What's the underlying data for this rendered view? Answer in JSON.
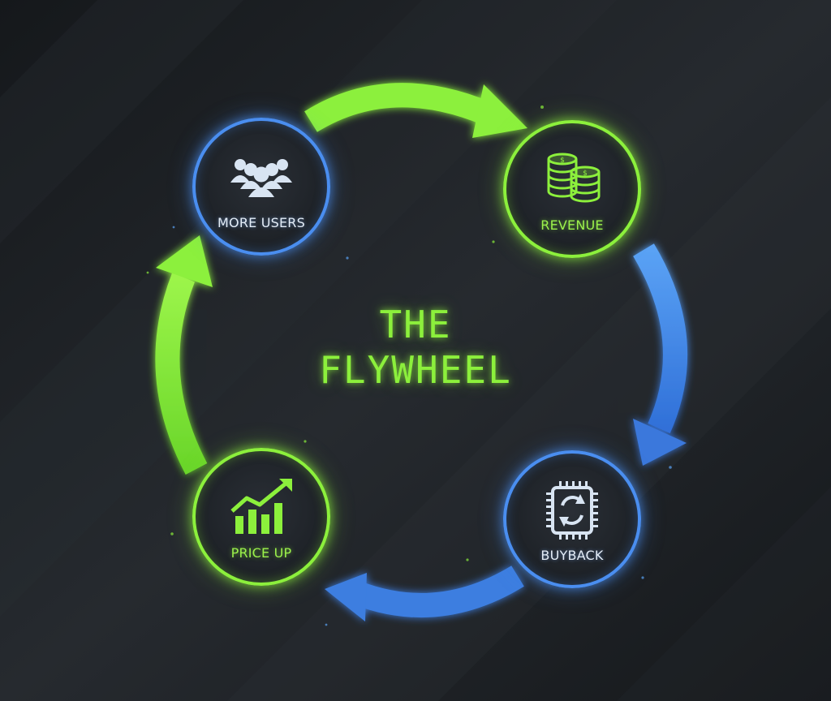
{
  "title": {
    "line1": "THE",
    "line2": "FLYWHEEL"
  },
  "nodes": [
    {
      "id": "more-users",
      "label": "MORE USERS",
      "icon": "users-group-icon",
      "color": "#4a8ef0"
    },
    {
      "id": "revenue",
      "label": "REVENUE",
      "icon": "coin-stacks-icon",
      "color": "#8cf03c"
    },
    {
      "id": "buyback",
      "label": "BUYBACK",
      "icon": "chip-cycle-icon",
      "color": "#4a8ef0"
    },
    {
      "id": "price-up",
      "label": "PRICE UP",
      "icon": "chart-up-icon",
      "color": "#8cf03c"
    }
  ],
  "colors": {
    "green": "#8cf03c",
    "blue": "#4a8ef0",
    "background": "#1c1f23"
  }
}
